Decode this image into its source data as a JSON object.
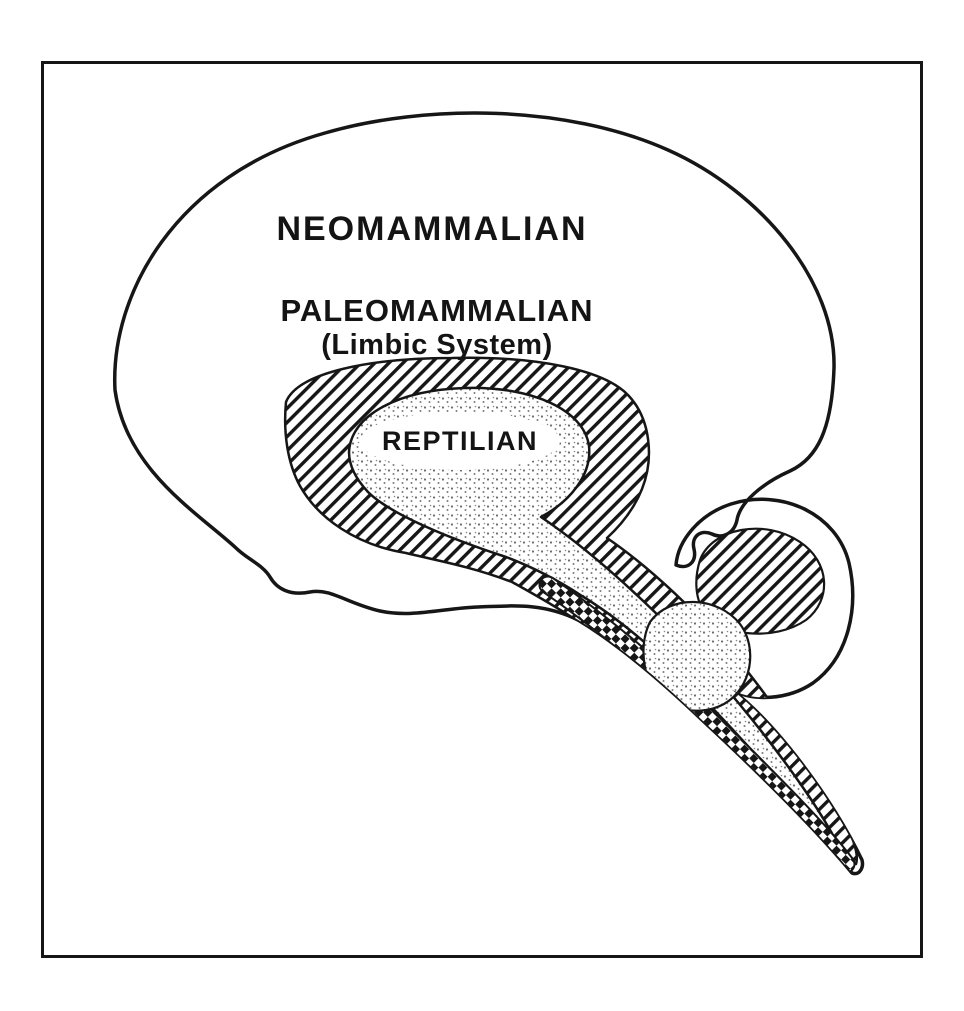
{
  "figure": {
    "labels": {
      "neomammalian": "NEOMAMMALIAN",
      "paleomammalian": "PALEOMAMMALIAN",
      "limbic_system": "(Limbic System)",
      "reptilian": "REPTILIAN"
    },
    "colors": {
      "ink": "#161616",
      "paper": "#ffffff",
      "stipple": "#6b6b6b"
    }
  }
}
